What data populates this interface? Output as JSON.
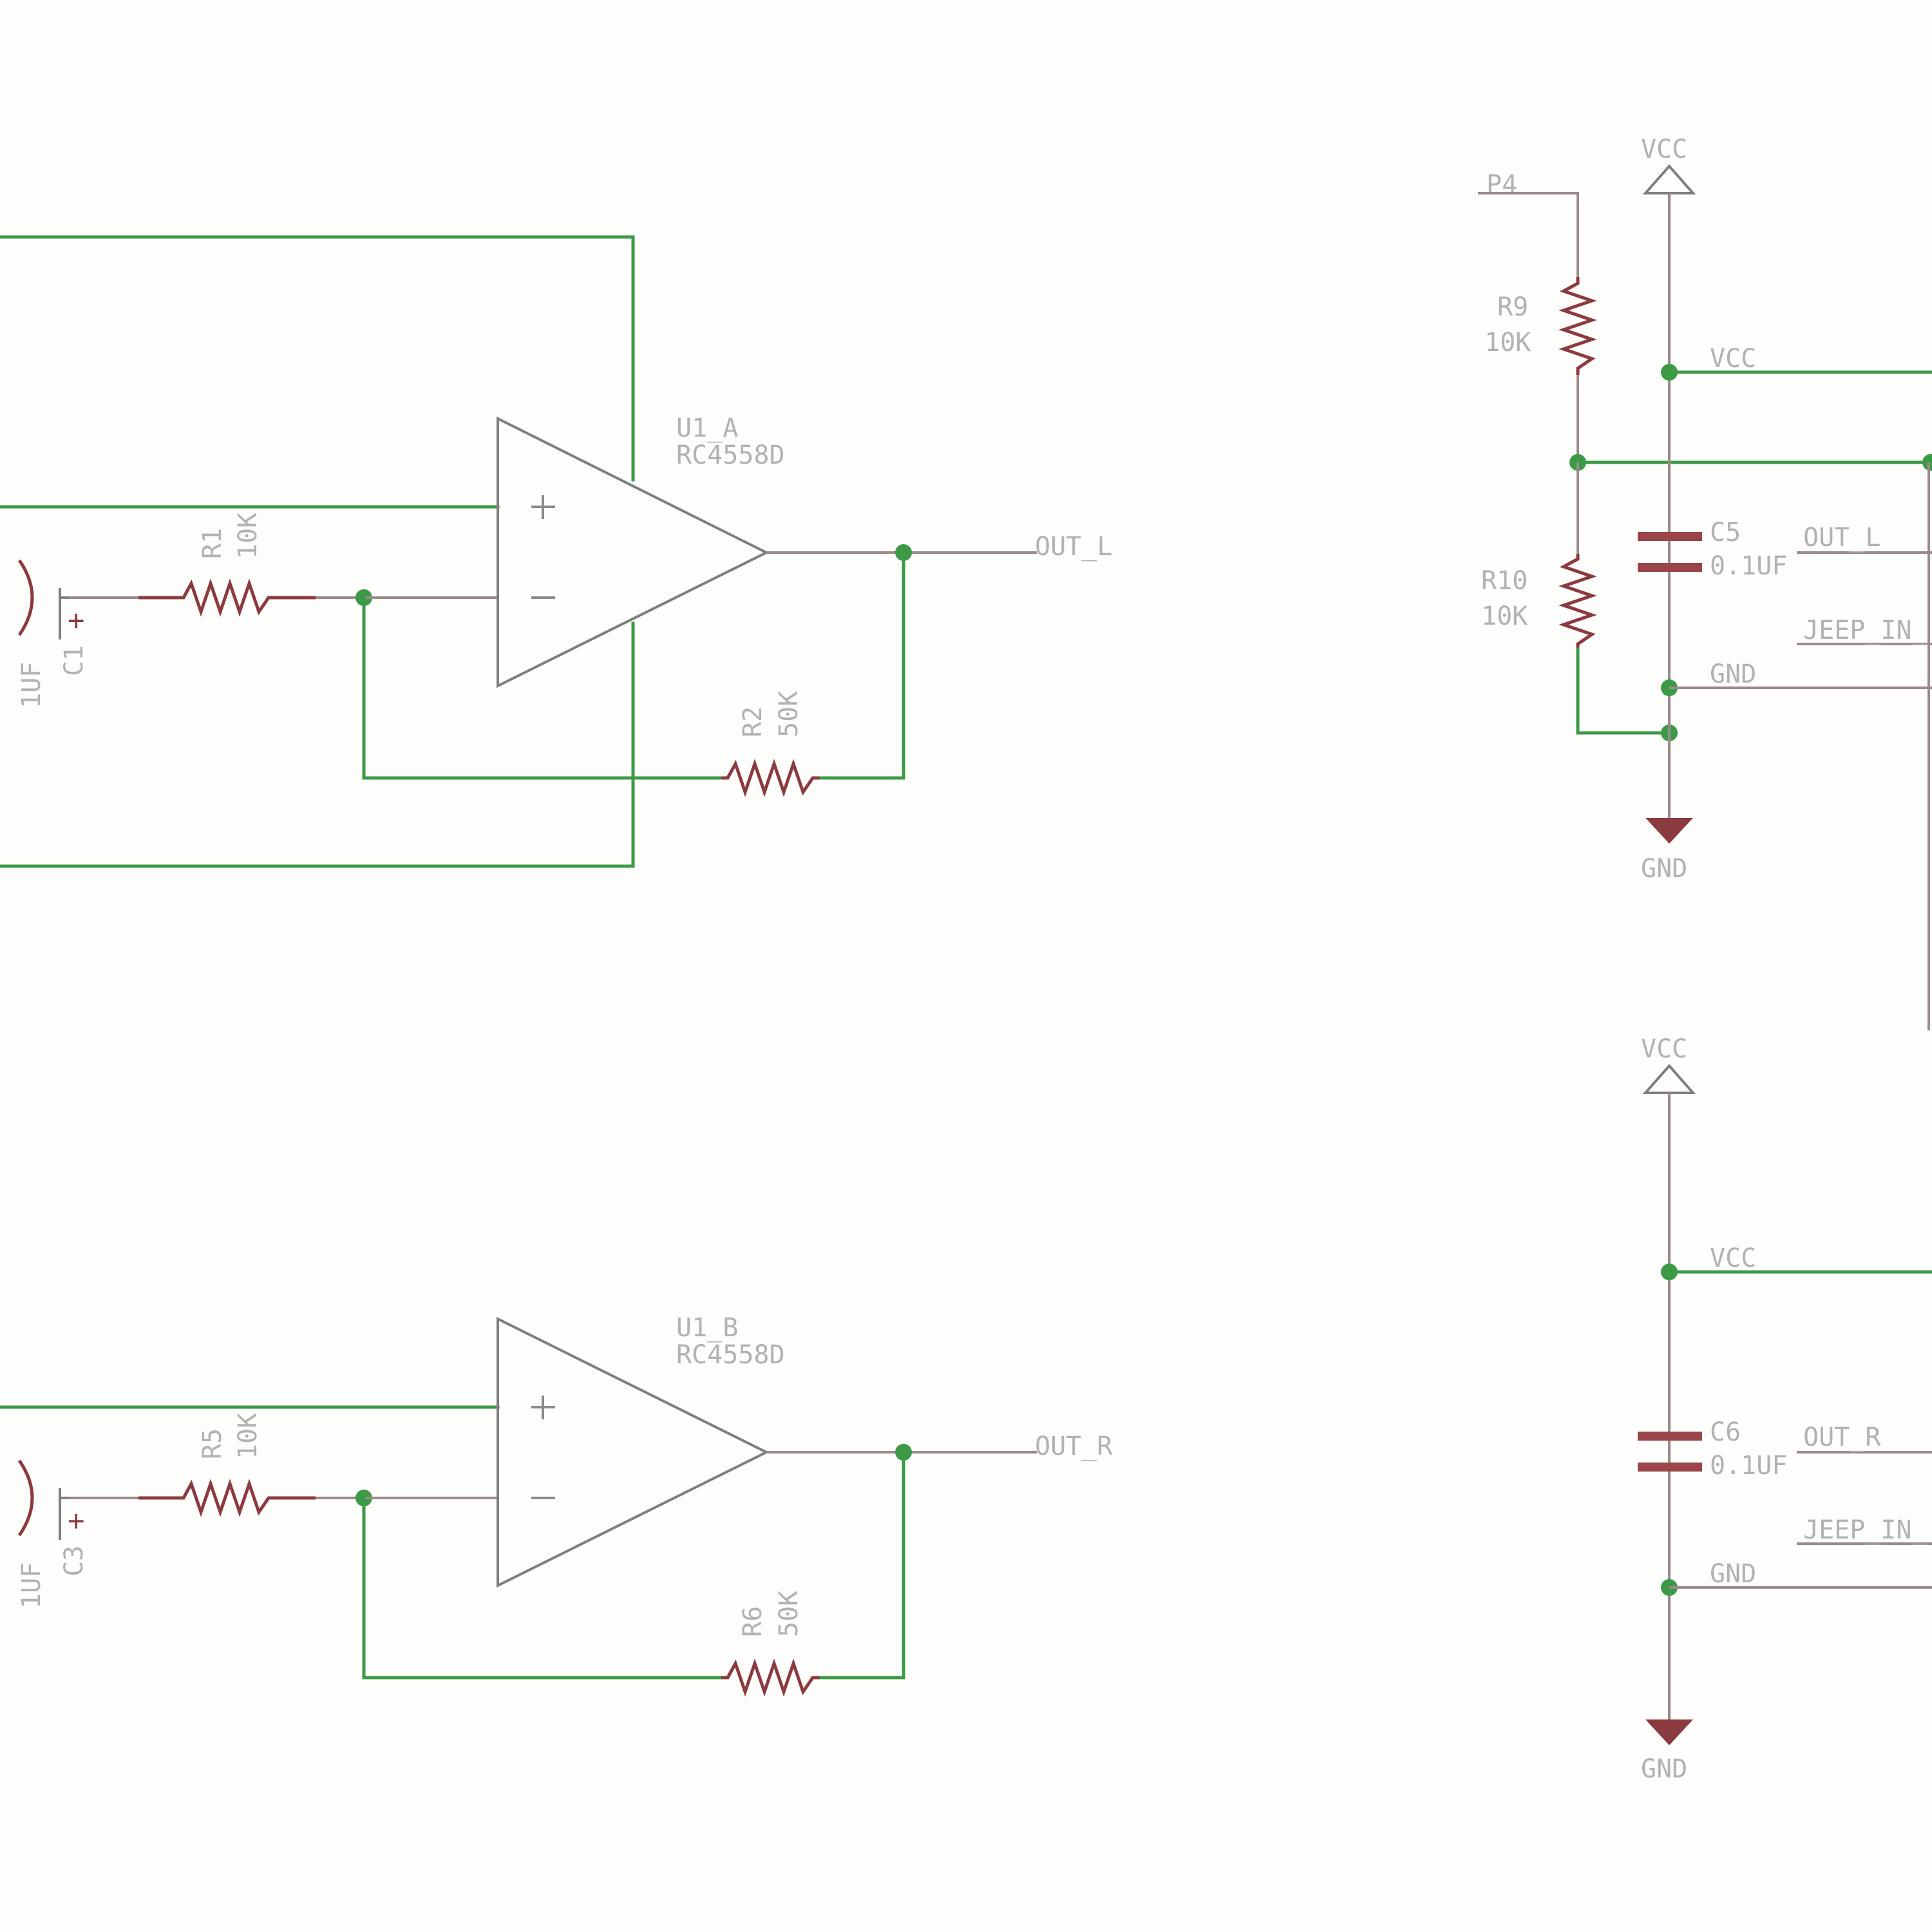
{
  "opamps": {
    "a": {
      "name": "U1_A",
      "part": "RC4558D"
    },
    "b": {
      "name": "U1_B",
      "part": "RC4558D"
    }
  },
  "resistors": {
    "r1": {
      "name": "R1",
      "value": "10K"
    },
    "r2": {
      "name": "R2",
      "value": "50K"
    },
    "r5": {
      "name": "R5",
      "value": "10K"
    },
    "r6": {
      "name": "R6",
      "value": "50K"
    },
    "r9": {
      "name": "R9",
      "value": "10K"
    },
    "r10": {
      "name": "R10",
      "value": "10K"
    }
  },
  "capacitors": {
    "c1": {
      "name": "C1",
      "value": "1UF"
    },
    "c3": {
      "name": "C3",
      "value": "1UF"
    },
    "c5": {
      "name": "C5",
      "value": "0.1UF"
    },
    "c6": {
      "name": "C6",
      "value": "0.1UF"
    }
  },
  "nets": {
    "out_l": "OUT_L",
    "out_r": "OUT_R",
    "p4": "P4",
    "vcc": "VCC",
    "gnd": "GND",
    "jeep_in": "JEEP_IN_"
  },
  "supply": {
    "vcc_symbol": "VCC",
    "gnd_symbol": "GND"
  },
  "colors": {
    "wire": "#3c9a46",
    "component": "#8b3a3f",
    "label": "#b2b2b2",
    "background": "#fdfdfb"
  }
}
